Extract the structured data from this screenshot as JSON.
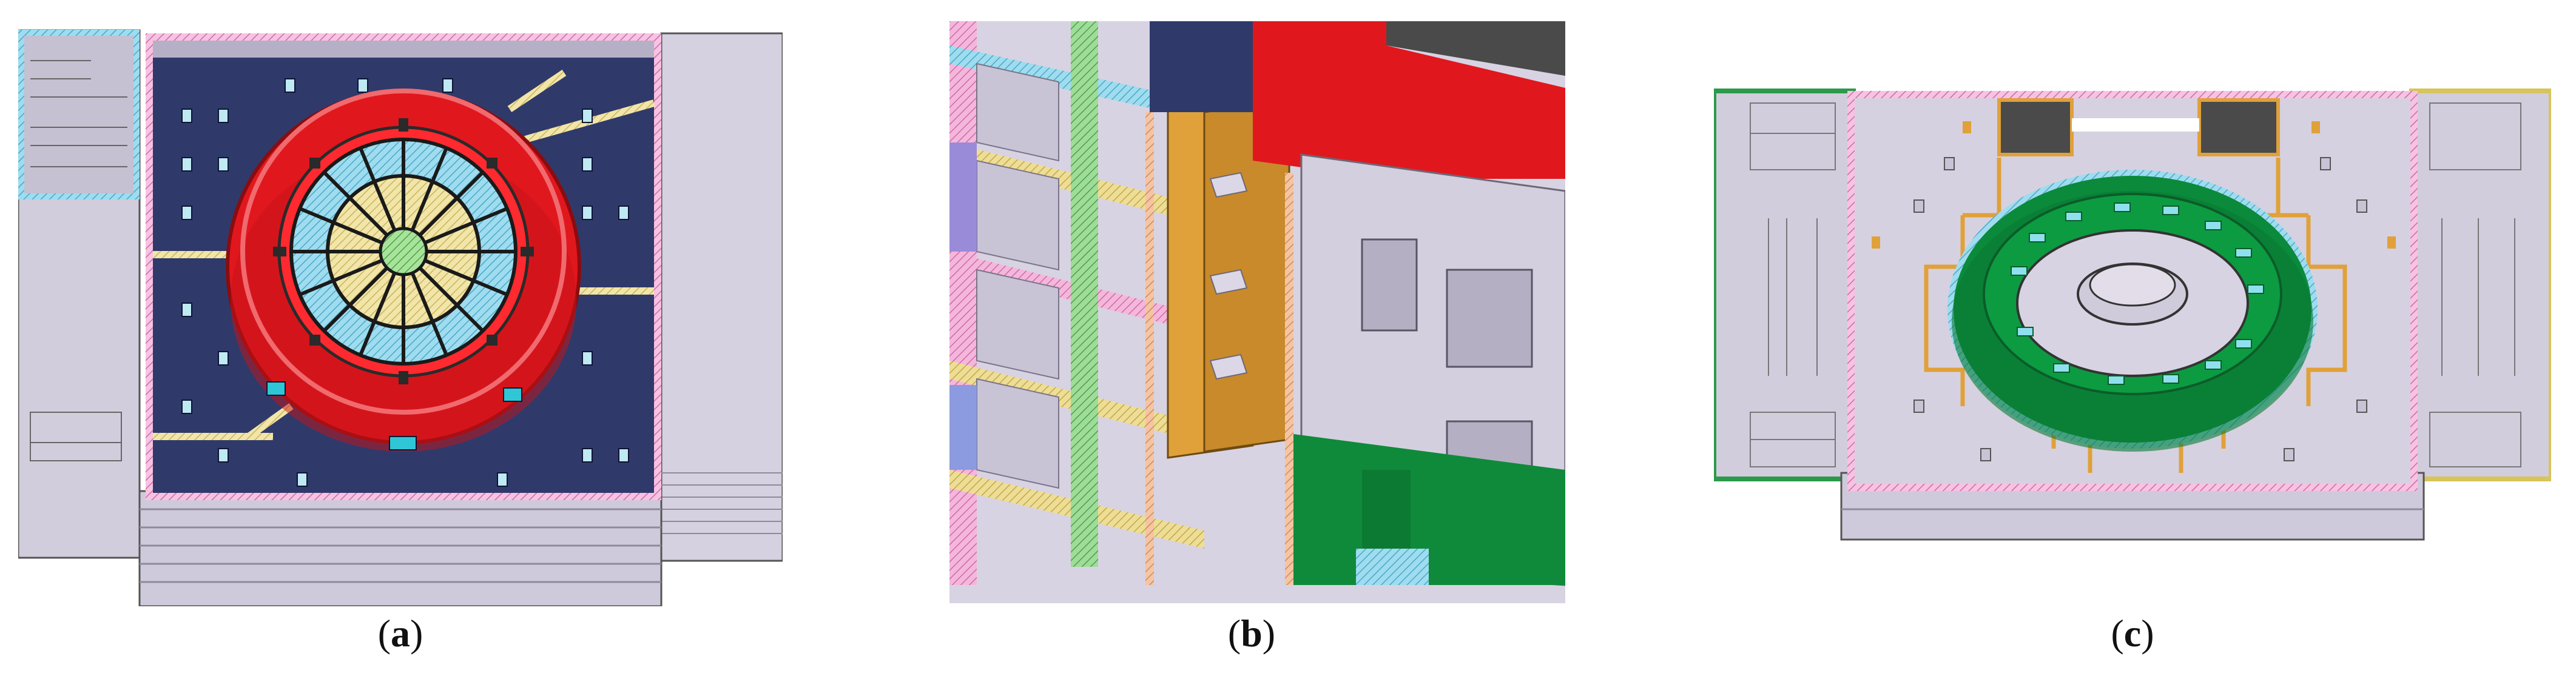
{
  "figure": {
    "panels": [
      {
        "id": "a",
        "caption_open": "(",
        "caption_letter": "a",
        "caption_close": ")"
      },
      {
        "id": "b",
        "caption_open": "(",
        "caption_letter": "b",
        "caption_close": ")"
      },
      {
        "id": "c",
        "caption_open": "(",
        "caption_letter": "c",
        "caption_close": ")"
      }
    ],
    "colors": {
      "background": "#ffffff",
      "slab": "#d2cddd",
      "slab_dark": "#b9b3c6",
      "navy_floor": "#2f3a6b",
      "red_ring": "#e1171e",
      "cyan": "#8fd6ea",
      "yellow": "#efe2a0",
      "green_center": "#9be28c",
      "green_ring": "#0a8a3a",
      "pink_wall": "#f2a6d3",
      "orange": "#e0a13a",
      "outline": "#2a2a2a"
    }
  }
}
